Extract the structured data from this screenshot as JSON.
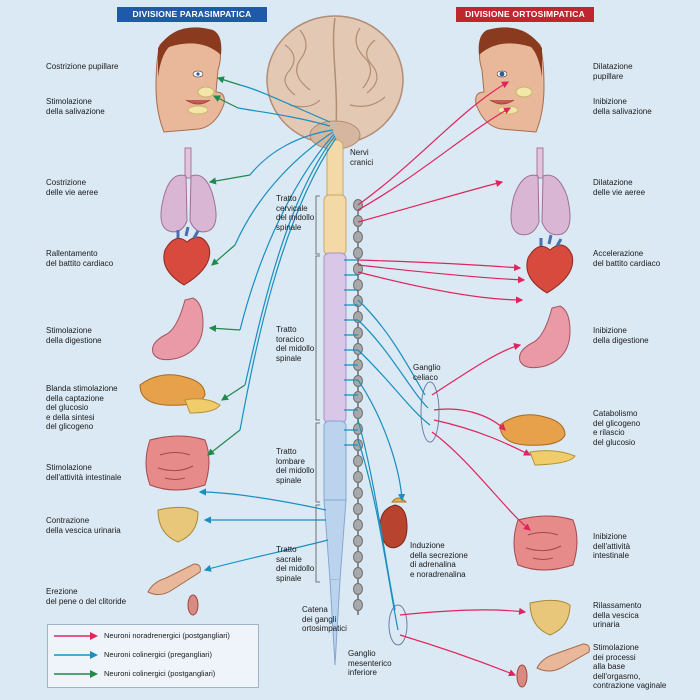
{
  "headers": {
    "parasympathetic": "DIVISIONE PARASIMPATICA",
    "orthosympathetic": "DIVISIONE ORTOSIMPATICA"
  },
  "left_labels": [
    "Costrizione pupillare",
    "Stimolazione\ndella salivazione",
    "Costrizione\ndelle vie aeree",
    "Rallentamento\ndel battito cardiaco",
    "Stimolazione\ndella digestione",
    "Blanda stimolazione\ndella captazione\ndel glucosio\ne della sintesi\ndel glicogeno",
    "Stimolazione\ndell'attività intestinale",
    "Contrazione\ndella vescica urinaria",
    "Erezione\ndel pene o del clitoride"
  ],
  "right_labels": [
    "Dilatazione\npupillare",
    "Inibizione\ndella salivazione",
    "Dilatazione\ndelle vie aeree",
    "Accelerazione\ndel battito cardiaco",
    "Inibizione\ndella digestione",
    "Catabolismo\ndel glicogeno\ne rilascio\ndel glucosio",
    "Inibizione\ndell'attività\nintestinale",
    "Rilassamento\ndella vescica\nurinaria",
    "Stimolazione\ndei processi\nalla base\ndell'orgasmo,\ncontrazione vaginale"
  ],
  "center_labels": {
    "cranial_nerves": "Nervi\ncranici",
    "cervical": "Tratto\ncervicale\ndel midollo\nspinale",
    "thoracic": "Tratto\ntoracico\ndel midollo\nspinale",
    "lumbar": "Tratto\nlombare\ndel midollo\nspinale",
    "sacral": "Tratto\nsacrale\ndel midollo\nspinale",
    "celiac": "Ganglio\nceliaco",
    "adrenal": "Induzione\ndella secrezione\ndi adrenalina\ne noradrenalina",
    "chain": "Catena\ndei gangli\nortosimpatici",
    "mesenteric": "Ganglio\nmesenterico\ninferiore"
  },
  "legend": [
    {
      "text": "Neuroni noradrenergici (postgangliari)",
      "color": "#e0245e"
    },
    {
      "text": "Neuroni colinergici (pregangliari)",
      "color": "#1a8fbf"
    },
    {
      "text": "Neuroni colinergici (postgangliari)",
      "color": "#1f8a4c"
    }
  ],
  "colors": {
    "parasympathetic_header": "#1f5aa8",
    "orthosympathetic_header": "#c0262d",
    "background": "#dbe9f4"
  }
}
